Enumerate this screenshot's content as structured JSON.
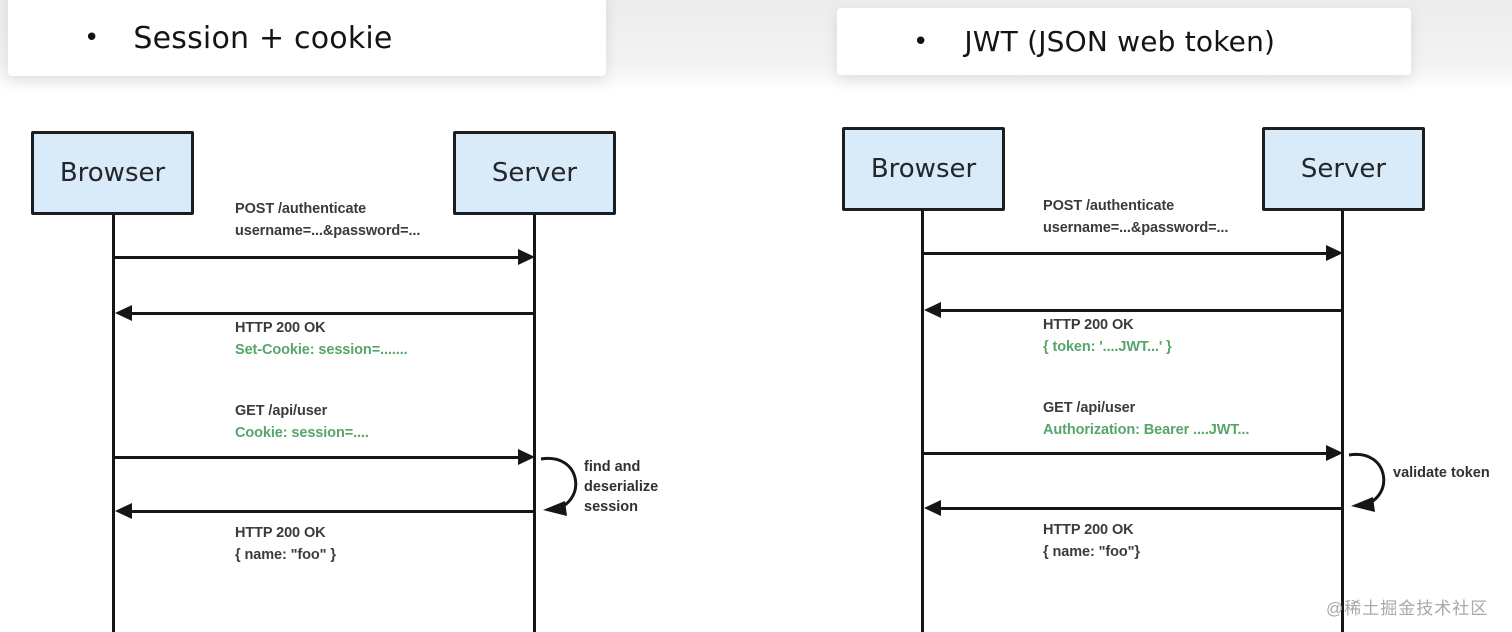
{
  "colors": {
    "green_text": "#56a56b",
    "label_text": "#3b3b3b",
    "box_fill": "#d9eaf8",
    "box_border": "#1a1d21",
    "line": "#141618",
    "watermark_text": "#a8a8a8"
  },
  "left_panel": {
    "bullet": "•",
    "title": "Session + cookie",
    "actors": {
      "client": "Browser",
      "server": "Server"
    },
    "messages": [
      {
        "line1": "POST /authenticate",
        "line2": "username=...&password=..."
      },
      {
        "line1": "HTTP 200 OK",
        "line2": "Set-Cookie: session=......."
      },
      {
        "line1": "GET /api/user",
        "line2": "Cookie: session=...."
      },
      {
        "line1": "HTTP 200 OK",
        "line2": "{ name: \"foo\" }"
      }
    ],
    "server_note": {
      "line1": "find and",
      "line2": "deserialize",
      "line3": "session"
    }
  },
  "right_panel": {
    "bullet": "•",
    "title": "JWT (JSON web token)",
    "actors": {
      "client": "Browser",
      "server": "Server"
    },
    "messages": [
      {
        "line1": "POST /authenticate",
        "line2": "username=...&password=..."
      },
      {
        "line1": "HTTP 200 OK",
        "line2": "{ token: '....JWT...' }"
      },
      {
        "line1": "GET /api/user",
        "line2": "Authorization: Bearer ....JWT..."
      },
      {
        "line1": "HTTP 200 OK",
        "line2": "{ name: \"foo\"}"
      }
    ],
    "server_note": {
      "line1": "validate token"
    }
  },
  "watermark": "@稀土掘金技术社区"
}
